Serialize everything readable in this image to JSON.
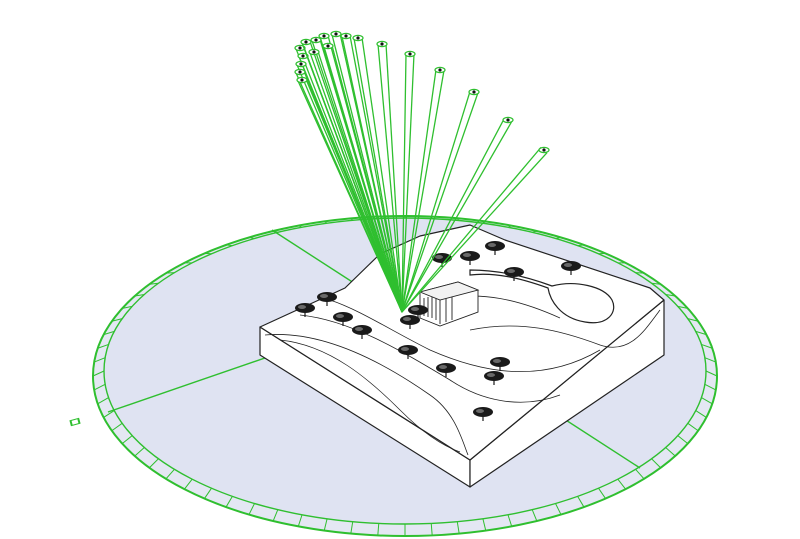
{
  "scene": {
    "kind": "site-model-sun-study",
    "colors": {
      "background": "#ffffff",
      "disc_fill": "#dfe3f2",
      "disc_outline": "#2fbf2f",
      "sun_ray": "#2fbf2f",
      "terrain_fill": "#ffffff",
      "terrain_line": "#222222",
      "tree": "#1a1a1a"
    },
    "sun_ray_count": 19,
    "tree_count": 16,
    "has_pool": true,
    "has_building": true
  }
}
